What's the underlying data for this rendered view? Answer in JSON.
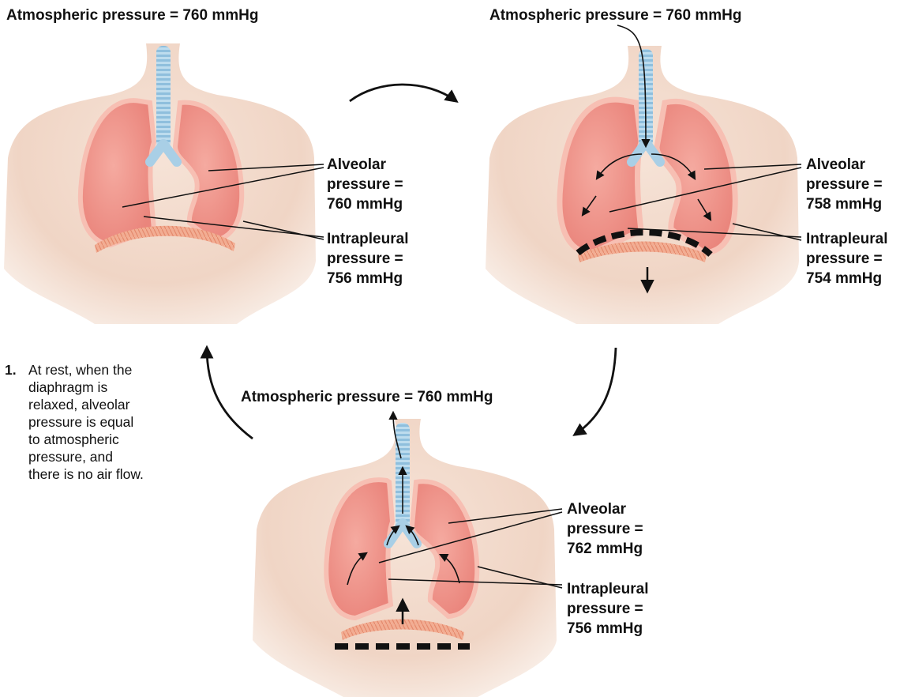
{
  "panels": [
    {
      "id": "rest",
      "atmospheric": "Atmospheric pressure = 760 mmHg",
      "alveolar": [
        "Alveolar",
        "pressure =",
        "760 mmHg"
      ],
      "intrapleural": [
        "Intrapleural",
        "pressure =",
        "756 mmHg"
      ]
    },
    {
      "id": "inhalation",
      "atmospheric": "Atmospheric pressure = 760 mmHg",
      "alveolar": [
        "Alveolar",
        "pressure =",
        "758 mmHg"
      ],
      "intrapleural": [
        "Intrapleural",
        "pressure =",
        "754 mmHg"
      ]
    },
    {
      "id": "exhalation",
      "atmospheric": "Atmospheric pressure = 760 mmHg",
      "alveolar": [
        "Alveolar",
        "pressure =",
        "762 mmHg"
      ],
      "intrapleural": [
        "Intrapleural",
        "pressure =",
        "756 mmHg"
      ]
    }
  ],
  "step1": {
    "number": "1.",
    "text": [
      "At rest, when the",
      "diaphragm is",
      "relaxed, alveolar",
      "pressure is equal",
      "to atmospheric",
      "pressure, and",
      "there is no air flow."
    ]
  },
  "colors": {
    "skin": "#f3dccf",
    "lung": "#f19a92",
    "pleura": "#f7bfb3",
    "trachea": "#a9cfe6",
    "diaphragm": "#ee9f84",
    "ink": "#111111"
  }
}
